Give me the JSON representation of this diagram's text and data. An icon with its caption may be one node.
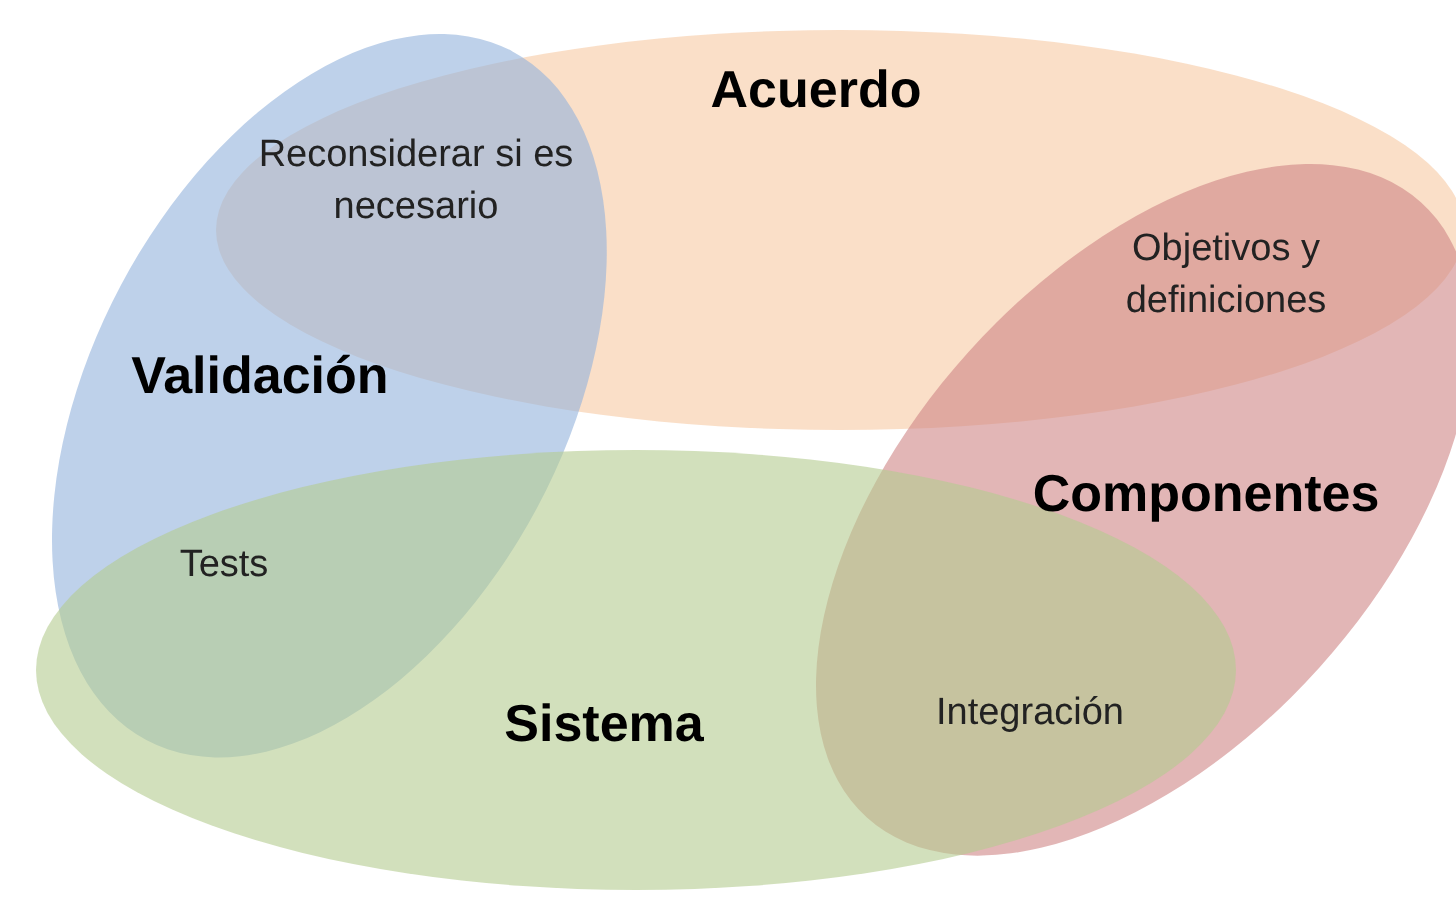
{
  "diagram": {
    "nodes": [
      {
        "text": [
          "Acuerdo"
        ]
      },
      {
        "text": [
          "Validación"
        ]
      },
      {
        "text": [
          "Componentes"
        ]
      },
      {
        "text": [
          "Sistema"
        ]
      }
    ],
    "labels": [
      "Reconsiderar si es necesario",
      "Objetivos y definiciones",
      "Tests",
      "Integración"
    ]
  }
}
